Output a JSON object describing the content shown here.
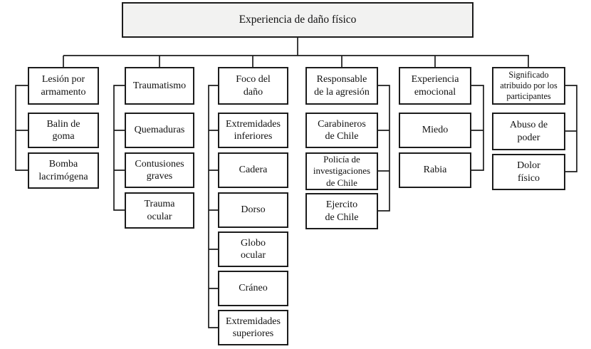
{
  "root": {
    "label": "Experiencia de daño físico"
  },
  "columns": [
    {
      "label": "Lesión por\narmamento",
      "children": [
        "Balin de\ngoma",
        "Bomba\nlacrimógena"
      ]
    },
    {
      "label": "Traumatismo",
      "children": [
        "Quemaduras",
        "Contusiones\ngraves",
        "Trauma\nocular"
      ]
    },
    {
      "label": "Foco del\ndaño",
      "children": [
        "Extremidades\ninferiores",
        "Cadera",
        "Dorso",
        "Globo\nocular",
        "Cráneo",
        "Extremidades\nsuperiores"
      ]
    },
    {
      "label": "Responsable\nde la agresión",
      "children": [
        "Carabineros\nde Chile",
        "Policía de\ninvestigaciones\nde Chile",
        "Ejercito\nde Chile"
      ]
    },
    {
      "label": "Experiencia\nemocional",
      "children": [
        "Miedo",
        "Rabia"
      ]
    },
    {
      "label": "Significado\natribuido por los\nparticipantes",
      "children": [
        "Abuso de\npoder",
        "Dolor\nfísico"
      ]
    }
  ],
  "colors": {
    "root_fill": "#f2f2f1",
    "box_fill": "#ffffff",
    "border": "#1c1c1c",
    "background": "#ffffff"
  }
}
